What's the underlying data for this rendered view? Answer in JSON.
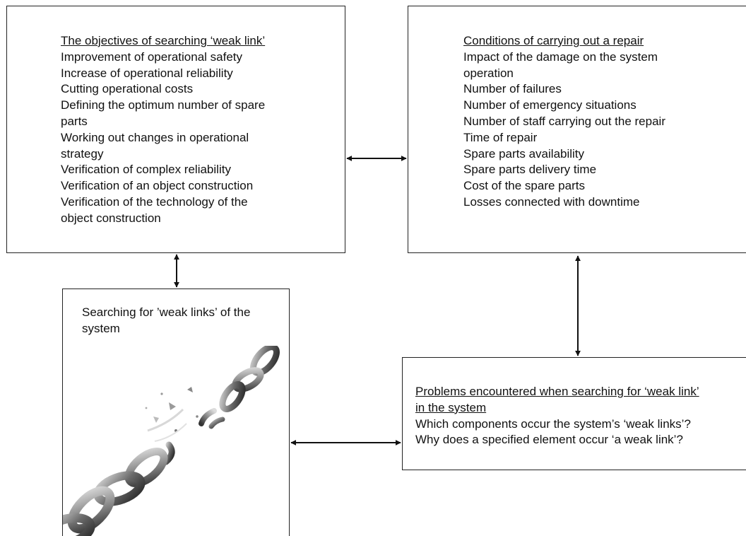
{
  "objectives": {
    "title": "The objectives of searching ‘weak link’",
    "items": [
      "Improvement of operational safety",
      "Increase of operational reliability",
      "Cutting operational costs",
      "Defining the optimum number of spare",
      "parts",
      "Working out changes in operational",
      "strategy",
      "Verification of complex reliability",
      "Verification of an object construction",
      "Verification of the technology of the",
      "object construction"
    ]
  },
  "conditions": {
    "title": "Conditions of carrying out a repair",
    "items": [
      "Impact of the damage on the system",
      "operation",
      "Number of failures",
      "Number of emergency situations",
      "Number of staff carrying out the repair",
      "Time of repair",
      "Spare parts availability",
      "Spare parts delivery time",
      "Cost of the spare parts",
      "Losses connected with downtime"
    ]
  },
  "searching": {
    "lines": [
      "Searching for ’weak links’ of the",
      "system"
    ]
  },
  "problems": {
    "title_lines": [
      "Problems encountered when searching for ‘weak link’",
      "in the system"
    ],
    "items": [
      "Which components occur the system’s ‘weak links’?",
      "Why does a specified element occur ‘a weak link’?"
    ]
  },
  "image": {
    "subject": "broken-chain-illustration"
  },
  "colors": {
    "border": "#222222",
    "chain_dark": "#3a3a3a",
    "chain_light": "#9a9a9a"
  }
}
